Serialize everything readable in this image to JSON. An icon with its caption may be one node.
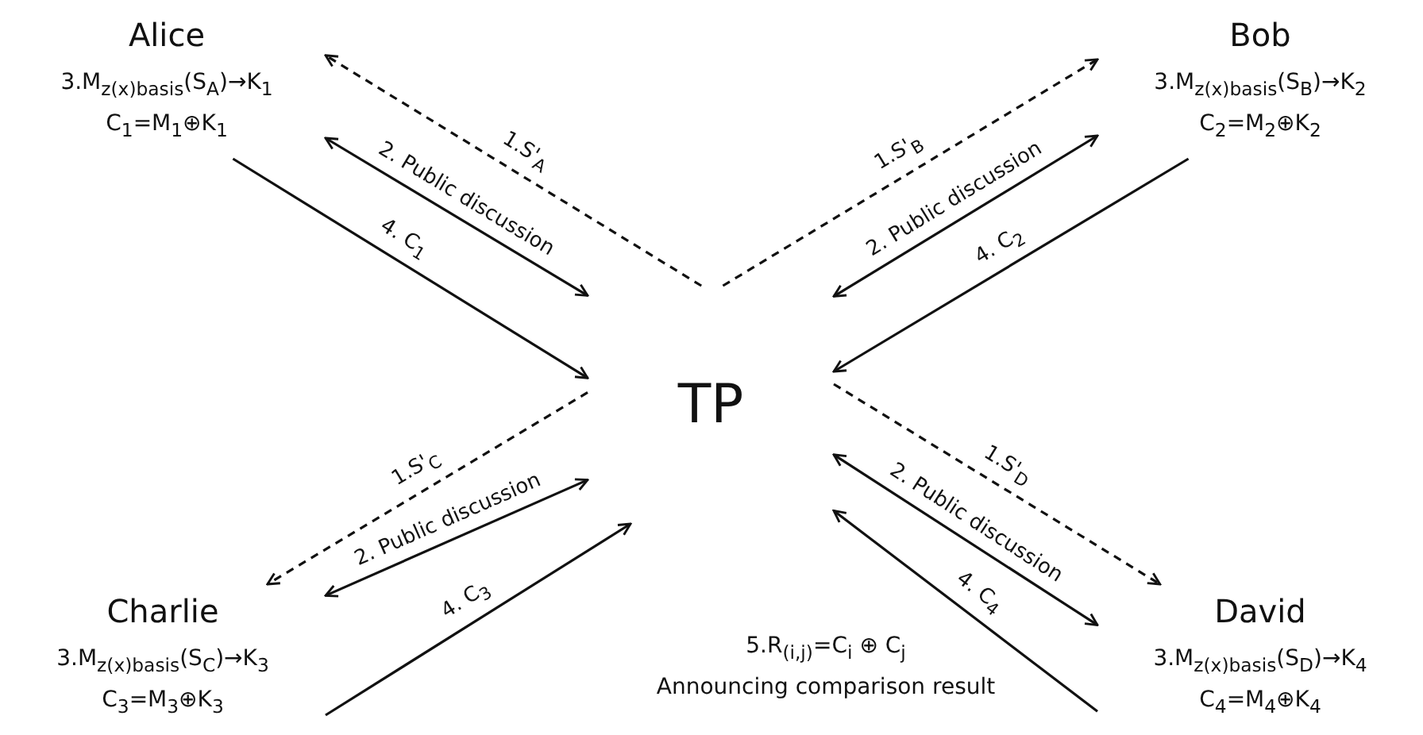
{
  "diagram": {
    "nodes": [
      {
        "text": [
          "Alice",
          "3.M$_{z(x)basis}$(S$_{A}$)→K$_{1}$ C$_{1}$=M$_{1}$⊕K$_{1}$"
        ]
      },
      {
        "text": [
          "Bob",
          "3.M$_{z(x)basis}$(S$_{B}$)→K$_{2}$ C$_{2}$=M$_{2}$⊕K$_{2}$"
        ]
      },
      {
        "text": [
          "TP"
        ]
      },
      {
        "text": [
          "Charlie",
          "3.M$_{z(x)basis}$(S$_{C}$)→K$_{3}$ C$_{3}$=M$_{3}$⊕K$_{3}$"
        ]
      },
      {
        "text": [
          "David",
          "3.M$_{z(x)basis}$(S$_{D}$)→K$_{4}$ C$_{4}$=M$_{4}$⊕K$_{4}$"
        ]
      }
    ],
    "edges": [
      {
        "from": 2,
        "to": 0,
        "arrow": "to",
        "label": "1.S'$_{A}$",
        "style": "dashed"
      },
      {
        "from": 0,
        "to": 2,
        "arrow": "both",
        "label": "2. Public discussion"
      },
      {
        "from": 0,
        "to": 2,
        "arrow": "to",
        "label": "4. C$_{1}$"
      },
      {
        "from": 2,
        "to": 1,
        "arrow": "to",
        "label": "1.S'$_{B}$",
        "style": "dashed"
      },
      {
        "from": 1,
        "to": 2,
        "arrow": "both",
        "label": "2. Public discussion"
      },
      {
        "from": 1,
        "to": 2,
        "arrow": "to",
        "label": "4. C$_{2}$"
      },
      {
        "from": 2,
        "to": 3,
        "arrow": "to",
        "label": "1.S'$_{C}$",
        "style": "dashed"
      },
      {
        "from": 3,
        "to": 2,
        "arrow": "both",
        "label": "2. Public discussion"
      },
      {
        "from": 3,
        "to": 2,
        "arrow": "to",
        "label": "4. C$_{3}$"
      },
      {
        "from": 2,
        "to": 4,
        "arrow": "to",
        "label": "1.S'$_{D}$",
        "style": "dashed"
      },
      {
        "from": 4,
        "to": 2,
        "arrow": "both",
        "label": "2. Public discussion"
      },
      {
        "from": 4,
        "to": 2,
        "arrow": "to",
        "label": "4. C$_{4}$"
      }
    ],
    "labels": [
      "5.R$_{(i,j)}$=C$_{i}$ ⊕ C$_{j}$",
      "Announcing comparison result"
    ]
  }
}
